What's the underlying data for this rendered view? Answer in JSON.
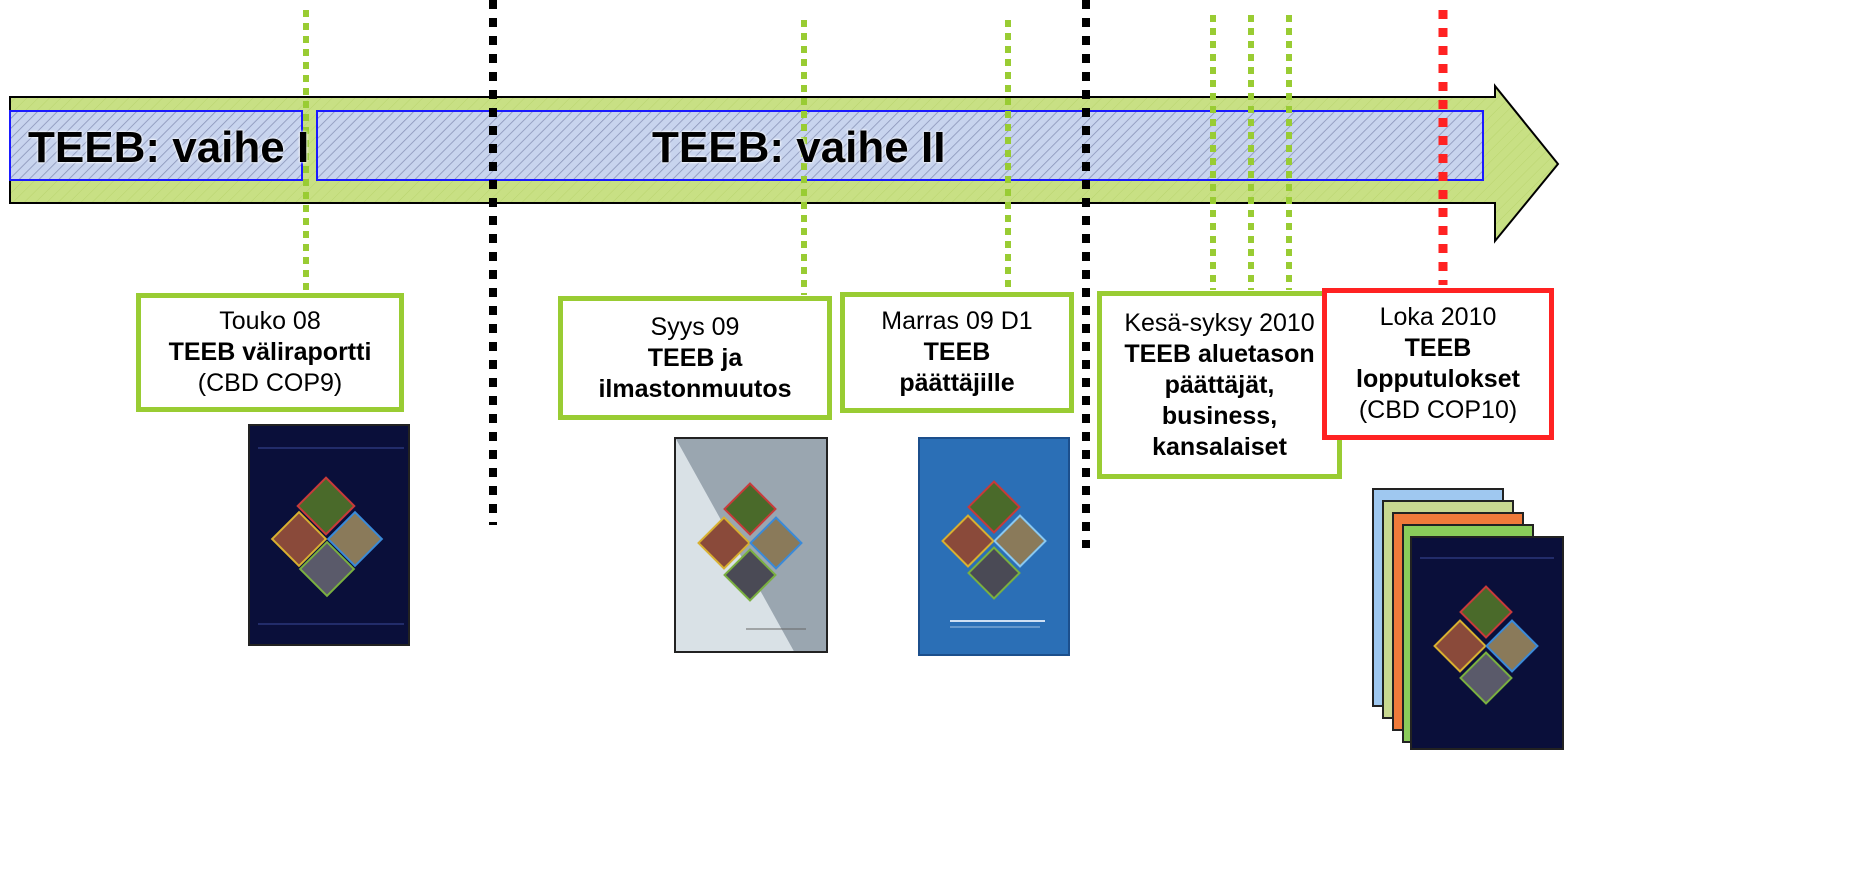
{
  "colors": {
    "arrow_fill": "#c8e084",
    "phase_fill": "#c8d4ee",
    "phase_border": "#1a1aff",
    "green_line": "#99cc33",
    "black_line": "#000000",
    "red_line": "#ff2222",
    "cover_dark": "#0a0f3a",
    "cover_blue": "#2b6fb6",
    "cover_light": "#d9e1e6"
  },
  "phases": [
    {
      "label": "TEEB: vaihe I"
    },
    {
      "label": "TEEB: vaihe II"
    }
  ],
  "milestones": [
    {
      "line1": "Touko 08",
      "line2": "TEEB väliraportti",
      "line3": "(CBD COP9)"
    },
    {
      "line1": "Syys 09",
      "line2": "TEEB ja",
      "line3": "ilmastonmuutos"
    },
    {
      "line1": "Marras 09 D1",
      "line2": "TEEB",
      "line3": "päättäjille"
    },
    {
      "line1": "Kesä-syksy 2010",
      "line2": "TEEB aluetason",
      "line3": "päättäjät,",
      "line4": "business,",
      "line5": "kansalaiset"
    },
    {
      "line1": "Loka 2010",
      "line2": "TEEB",
      "line3": "lopputulokset",
      "line4": "(CBD COP10)"
    }
  ],
  "report_covers": [
    {
      "icon": "teeb-interim-report-cover"
    },
    {
      "icon": "teeb-climate-report-cover"
    },
    {
      "icon": "teeb-policy-makers-cover"
    },
    {
      "icon": "teeb-final-reports-stack"
    }
  ]
}
